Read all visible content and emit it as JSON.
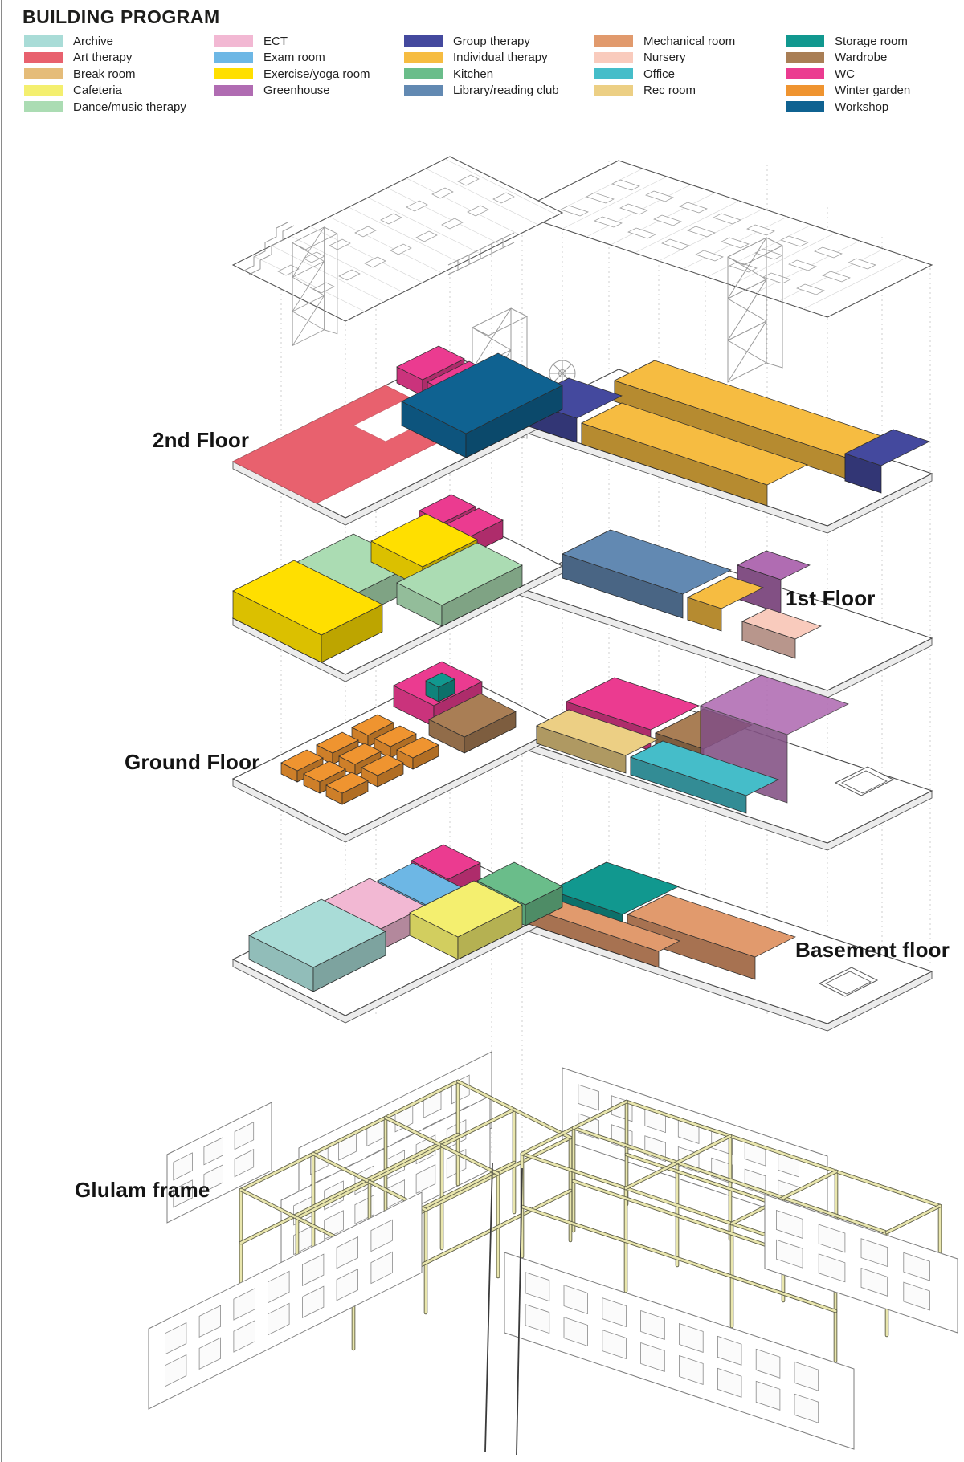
{
  "title": "BUILDING PROGRAM",
  "legend": {
    "columns": [
      [
        {
          "key": "archive",
          "label": "Archive",
          "color": "#a9dcd7"
        },
        {
          "key": "art-therapy",
          "label": "Art therapy",
          "color": "#e8616e"
        },
        {
          "key": "break-room",
          "label": "Break room",
          "color": "#e5bc79"
        },
        {
          "key": "cafeteria",
          "label": "Cafeteria",
          "color": "#f4ef6f"
        },
        {
          "key": "dance-music-therapy",
          "label": "Dance/music therapy",
          "color": "#abdcb3"
        }
      ],
      [
        {
          "key": "ect",
          "label": "ECT",
          "color": "#f2b8d3"
        },
        {
          "key": "exam-room",
          "label": "Exam room",
          "color": "#6db7e5"
        },
        {
          "key": "exercise-yoga-room",
          "label": "Exercise/yoga room",
          "color": "#ffdf00"
        },
        {
          "key": "greenhouse",
          "label": "Greenhouse",
          "color": "#b06cb2"
        }
      ],
      [
        {
          "key": "group-therapy",
          "label": "Group therapy",
          "color": "#44499e"
        },
        {
          "key": "individual-therapy",
          "label": "Individual therapy",
          "color": "#f6bc41"
        },
        {
          "key": "kitchen",
          "label": "Kitchen",
          "color": "#6abd8a"
        },
        {
          "key": "library-reading-club",
          "label": "Library/reading club",
          "color": "#6289b2"
        }
      ],
      [
        {
          "key": "mechanical-room",
          "label": "Mechanical room",
          "color": "#e19a6d"
        },
        {
          "key": "nursery",
          "label": "Nursery",
          "color": "#f9cbbd"
        },
        {
          "key": "office",
          "label": "Office",
          "color": "#45bdc9"
        },
        {
          "key": "rec-room",
          "label": "Rec room",
          "color": "#eccf84"
        }
      ],
      [
        {
          "key": "storage-room",
          "label": "Storage room",
          "color": "#11988f"
        },
        {
          "key": "wardrobe",
          "label": "Wardrobe",
          "color": "#a97e55"
        },
        {
          "key": "wc",
          "label": "WC",
          "color": "#eb3b90"
        },
        {
          "key": "winter-garden",
          "label": "Winter garden",
          "color": "#ef9430"
        },
        {
          "key": "workshop",
          "label": "Workshop",
          "color": "#0f6291"
        }
      ]
    ]
  },
  "floors": [
    {
      "label": "2nd Floor",
      "label_side": "left",
      "programs": [
        "Art therapy",
        "WC",
        "Workshop",
        "Individual therapy",
        "Group therapy"
      ]
    },
    {
      "label": "1st Floor",
      "label_side": "right",
      "programs": [
        "Exercise/yoga room",
        "Dance/music therapy",
        "WC",
        "Library/reading club",
        "Individual therapy",
        "Greenhouse",
        "Nursery"
      ]
    },
    {
      "label": "Ground Floor",
      "label_side": "left",
      "programs": [
        "Winter garden",
        "WC",
        "Storage room",
        "Wardrobe",
        "Greenhouse",
        "Rec room",
        "Office"
      ]
    },
    {
      "label": "Basement floor",
      "label_side": "right",
      "programs": [
        "Archive",
        "ECT",
        "Exam room",
        "WC",
        "Cafeteria",
        "Kitchen",
        "Storage room",
        "Mechanical room"
      ]
    },
    {
      "label": "Glulam frame",
      "label_side": "left",
      "programs": []
    }
  ],
  "frame_color": "#e9e6ad"
}
